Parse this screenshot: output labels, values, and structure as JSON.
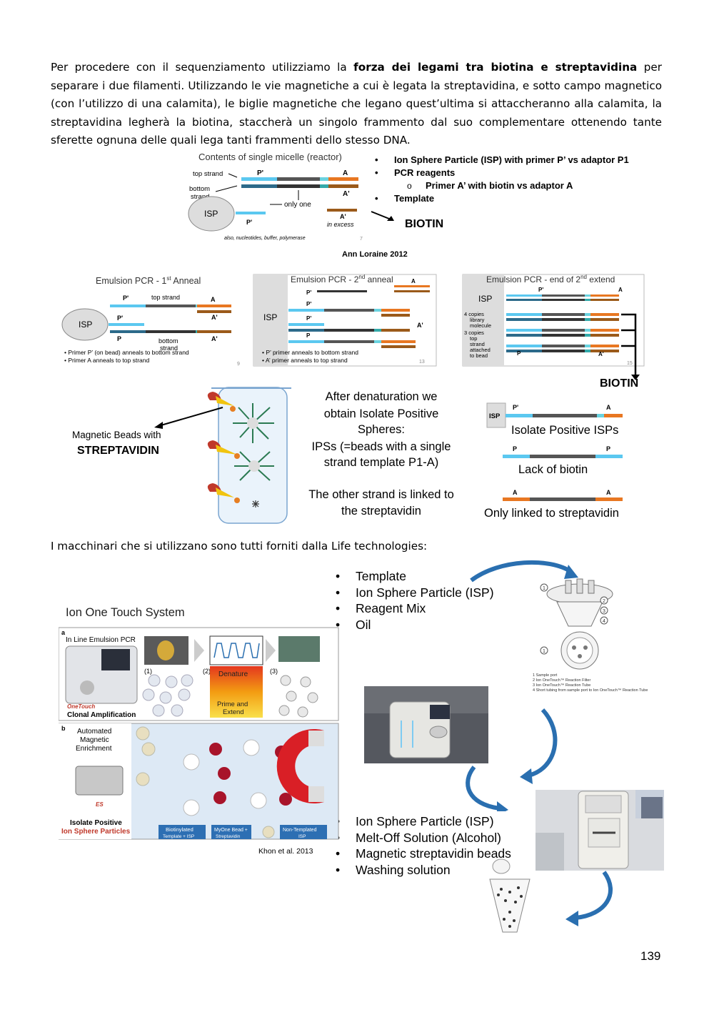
{
  "intro": {
    "before": "Per procedere con il sequenziamento utilizziamo la ",
    "bold": "forza dei legami tra biotina e streptavidina",
    "after": " per separare i due filamenti. Utilizzando le vie magnetiche a cui è legata la streptavidina, e sotto campo magnetico (con l’utilizzo di una calamita), le biglie magnetiche che legano quest’ultima si attaccheranno alla calamita, la streptavidina legherà la biotina, staccherà un singolo frammento dal suo complementare ottenendo tante sferette ognuna delle quali lega tanti frammenti dello stesso DNA."
  },
  "micelle": {
    "title": "Contents of single micelle (reactor)",
    "top_strand": "top strand",
    "bottom_strand_1": "bottom",
    "bottom_strand_2": "strand",
    "p_prime": "P'",
    "a": "A",
    "a_prime": "A'",
    "isp": "ISP",
    "only_one": "only one",
    "in_excess": "in excess",
    "biotin": "BIOTIN",
    "footer": "also, nucleotides, buffer, polymerase",
    "slide_num": "7",
    "bullets": [
      "Ion Sphere Particle (ISP) with primer P’ vs adaptor P1",
      "PCR reagents",
      "Template"
    ],
    "sub_bullet": "Primer A’ with biotin vs adaptor A",
    "credit": "Ann Loraine 2012"
  },
  "emulsion": {
    "panel1_title": "Emulsion PCR - 1",
    "panel1_sup": "st",
    "panel1_title_end": " Anneal",
    "panel1_top": "top strand",
    "panel1_bottom_1": "bottom",
    "panel1_bottom_2": "strand",
    "panel1_notes": [
      "Primer P’ (on bead) anneals to bottom strand",
      "Primer A anneals to top strand"
    ],
    "panel1_num": "9",
    "panel2_title": "Emulsion PCR - 2",
    "panel2_sup": "nd",
    "panel2_title_end": " anneal",
    "panel2_notes": [
      "P’ primer anneals to bottom strand",
      "A’ primer anneals to top strand"
    ],
    "panel2_num": "13",
    "panel3_title": "Emulsion PCR - end of 2",
    "panel3_sup": "nd",
    "panel3_title_end": " extend",
    "panel3_notes": [
      "4 copies",
      "library",
      "molecule",
      "3 copies",
      "top",
      "strand",
      "attached",
      "to bead"
    ],
    "panel3_num": "15",
    "biotin": "BIOTIN",
    "isp": "ISP",
    "p": "P",
    "p_prime": "P'",
    "a": "A",
    "a_prime": "A'"
  },
  "beads": {
    "label_1": "Magnetic Beads with",
    "label_2": "STREPTAVIDIN",
    "center_text": [
      "After denaturation we",
      "obtain Isolate Positive",
      "Spheres:",
      "IPSs (=beads with a single",
      "strand template P1-A)"
    ],
    "other_strand": [
      "The other strand is linked to",
      "the streptavidin"
    ],
    "right1": "Isolate Positive ISPs",
    "right2": "Lack of biotin",
    "right3": "Only linked to streptavidin",
    "isp": "ISP",
    "p": "P",
    "p_prime": "P'",
    "a": "A"
  },
  "machines_text": "I macchinari che si utilizzano sono tutti forniti dalla Life technologies:",
  "onetouch": {
    "title": "Ion One Touch System",
    "panel_a": "a",
    "panel_b": "b",
    "inline_pcr": "In Line Emulsion PCR",
    "onetouch_label": "OneTouch",
    "clonal": "Clonal Amplification",
    "step1": "(1)",
    "step2": "(2)",
    "step3": "(3)",
    "denature": "Denature",
    "prime_1": "Prime and",
    "prime_2": "Extend",
    "auto_1": "Automated",
    "auto_2": "Magnetic",
    "auto_3": "Enrichment",
    "es": "ES",
    "isolate_1": "Isolate Positive",
    "isolate_2": "Ion Sphere Particles",
    "box1_1": "Biotinylated",
    "box1_2": "Template + ISP",
    "box2_1": "MyOne Bead +",
    "box2_2": "Streptavidin",
    "box3_1": "Non-Templated",
    "box3_2": "ISP",
    "credit": "Khon et al. 2013"
  },
  "bullets_top": [
    "Template",
    "Ion Sphere Particle (ISP)",
    "Reagent Mix",
    "Oil"
  ],
  "bullets_bottom": [
    "Ion Sphere Particle (ISP)",
    "Melt-Off Solution (Alcohol)",
    "Magnetic streptavidin beads",
    "Washing solution"
  ],
  "legend": [
    "Sample port",
    "Ion OneTouch™ Reaction Filter",
    "Ion OneTouch™ Reaction Tube",
    "Short tubing from sample port to Ion OneTouch™ Reaction Tube"
  ],
  "legend_nums": [
    "1",
    "2",
    "3",
    "4"
  ],
  "page_number": "139"
}
